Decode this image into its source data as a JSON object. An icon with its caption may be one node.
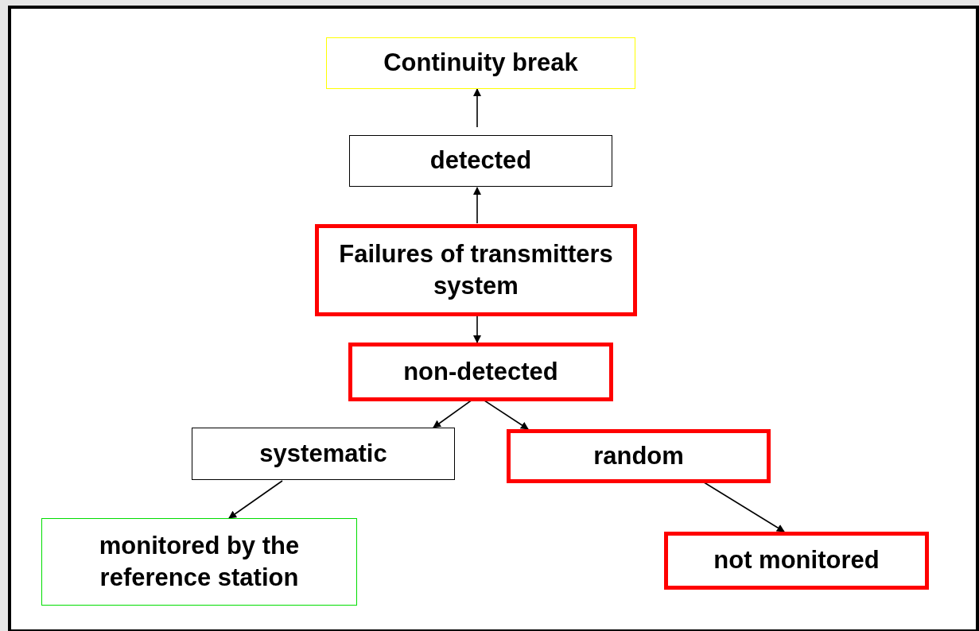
{
  "diagram": {
    "nodes": [
      {
        "text": [
          "Continuity break"
        ]
      },
      {
        "text": [
          "detected"
        ]
      },
      {
        "text": [
          "Failures of transmitters system"
        ]
      },
      {
        "text": [
          "non-detected"
        ]
      },
      {
        "text": [
          "systematic"
        ]
      },
      {
        "text": [
          "random"
        ]
      },
      {
        "text": [
          "monitored by the reference station"
        ]
      },
      {
        "text": [
          "not monitored"
        ]
      }
    ],
    "edges": [
      {
        "from": 1,
        "to": 0,
        "arrow": "to"
      },
      {
        "from": 2,
        "to": 1,
        "arrow": "to"
      },
      {
        "from": 2,
        "to": 3,
        "arrow": "to"
      },
      {
        "from": 3,
        "to": 4,
        "arrow": "to"
      },
      {
        "from": 3,
        "to": 5,
        "arrow": "to"
      },
      {
        "from": 4,
        "to": 6,
        "arrow": "to"
      },
      {
        "from": 5,
        "to": 7,
        "arrow": "to"
      }
    ]
  }
}
